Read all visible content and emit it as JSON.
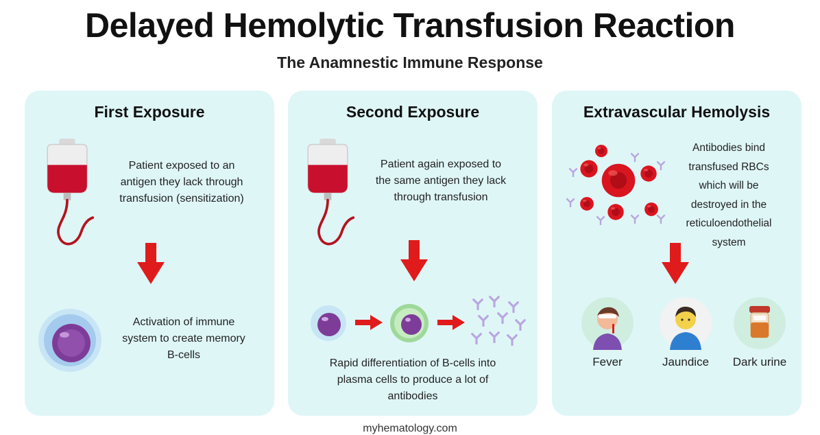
{
  "header": {
    "title": "Delayed Hemolytic Transfusion Reaction",
    "subtitle": "The Anamnestic Immune Response"
  },
  "panels": [
    {
      "title": "First Exposure",
      "top_text": "Patient exposed to an\nantigen they lack through\ntransfusion (sensitization)",
      "bottom_text": "Activation of immune\nsystem to create memory\nB-cells"
    },
    {
      "title": "Second Exposure",
      "top_text": "Patient again exposed to\nthe same antigen they lack\nthrough transfusion",
      "bottom_text": "Rapid differentiation of B-cells into\nplasma cells to produce a lot of\nantibodies"
    },
    {
      "title": "Extravascular Hemolysis",
      "top_text": "Antibodies bind\ntransfused RBCs\nwhich will be\ndestroyed in the\nreticuloendothelial\nsystem",
      "symptoms": [
        "Fever",
        "Jaundice",
        "Dark urine"
      ]
    }
  ],
  "footer": {
    "source": "myhematology.com"
  },
  "colors": {
    "panel_bg": "#dff6f7",
    "arrow_red": "#e01b1b",
    "blood_red": "#c8102e",
    "cell_purple": "#7d3c98",
    "antibody_lavender": "#b9a6e0"
  },
  "icons": [
    "blood-bag-icon",
    "down-arrow-icon",
    "b-cell-icon",
    "right-arrow-icon",
    "plasma-cell-icon",
    "antibody-icon",
    "red-blood-cell-icon",
    "fever-icon",
    "jaundice-icon",
    "urine-sample-icon"
  ]
}
